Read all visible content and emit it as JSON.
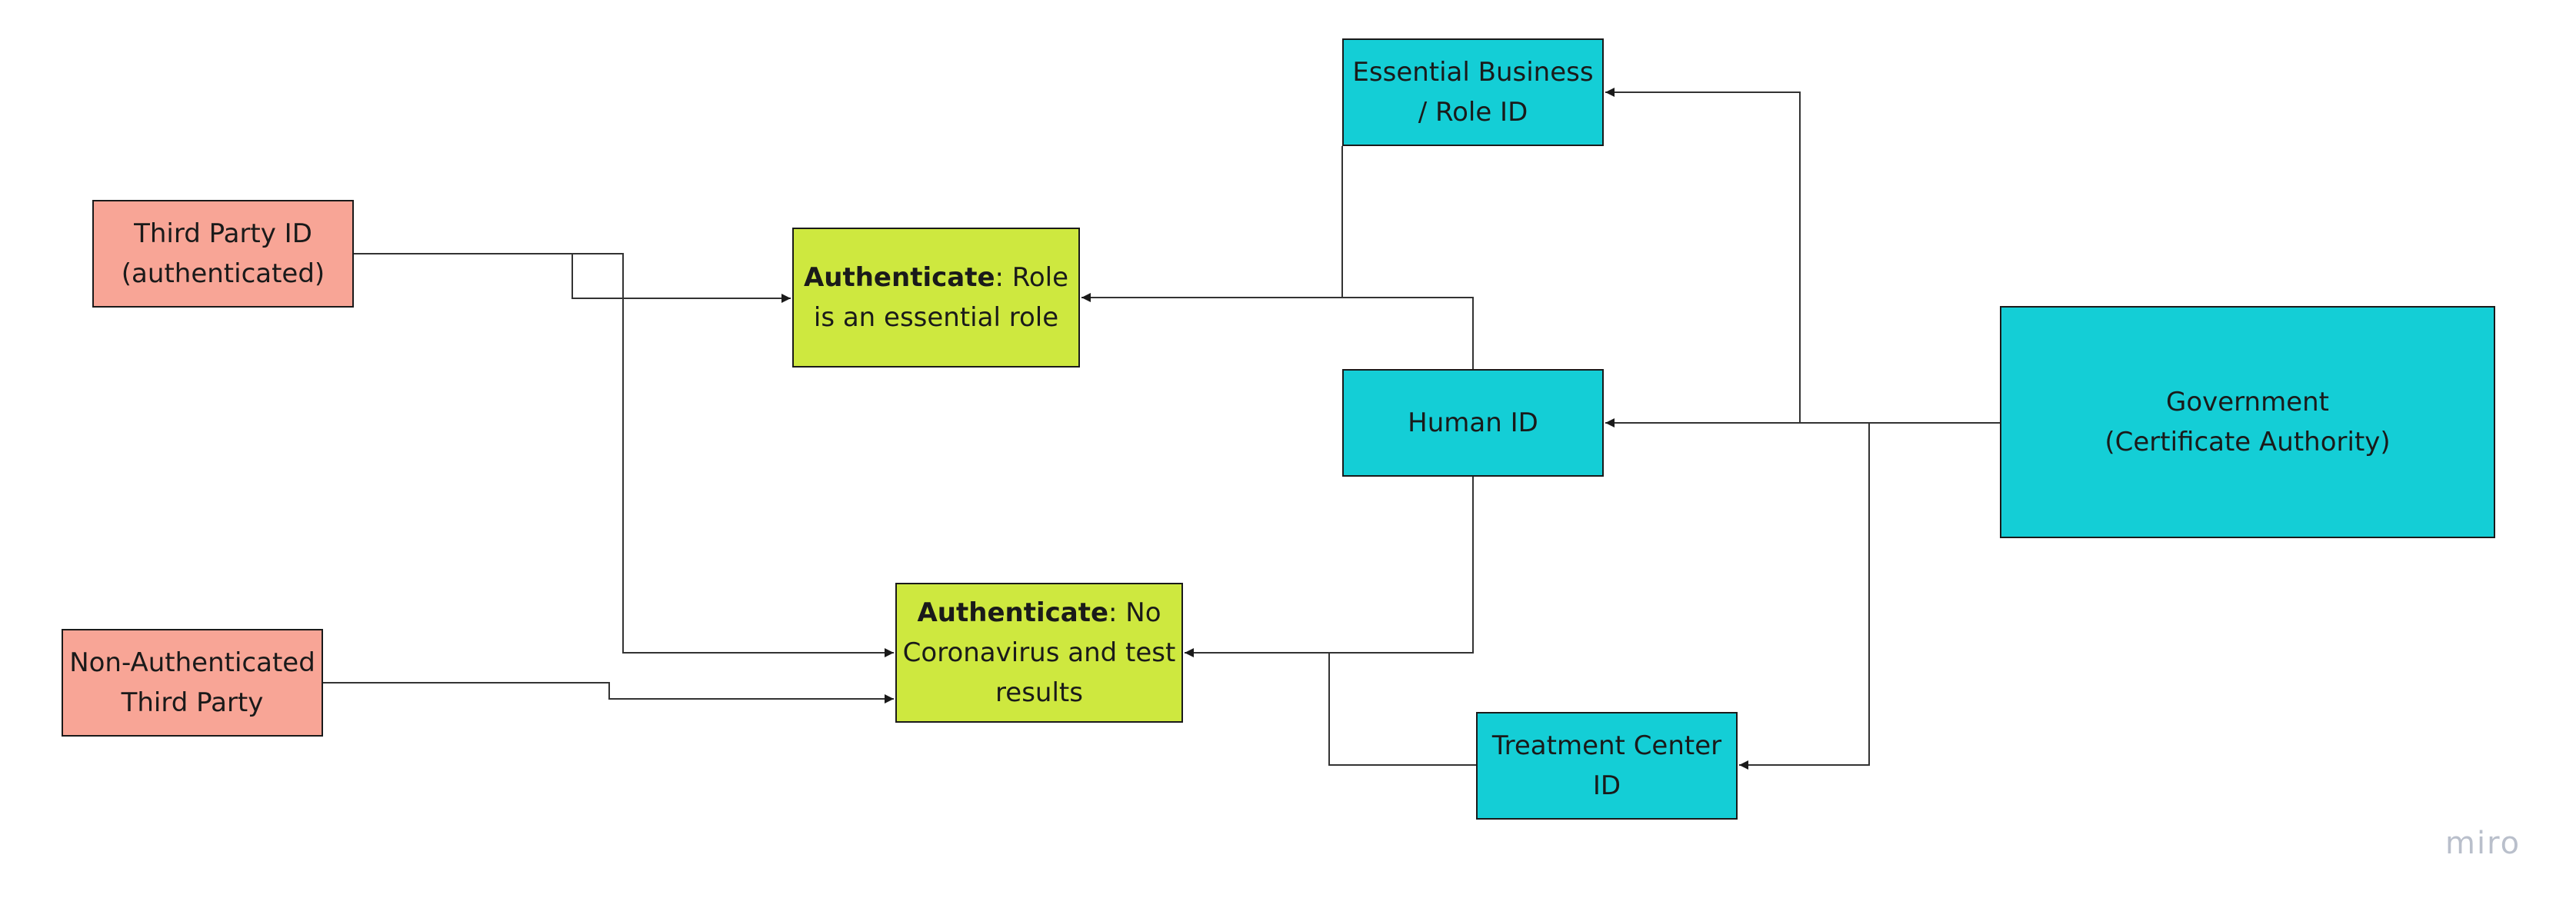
{
  "colors": {
    "external_party": "#f8a596",
    "authenticate_step": "#cee83f",
    "identity": "#14ced6",
    "line": "#333333",
    "brand_mark": "#b9bfcb"
  },
  "nodes": {
    "third_party_id": {
      "line1": "Third Party ID",
      "line2": "(authenticated)"
    },
    "non_authenticated_third_party": {
      "line1": "Non-Authenticated",
      "line2": "Third Party"
    },
    "authenticate_role": {
      "bold": "Authenticate",
      "line1_rest": ": Role",
      "line2": "is an essential role"
    },
    "authenticate_covid": {
      "bold": "Authenticate",
      "line1_rest": ": No",
      "line2": "Coronavirus and test",
      "line3": "results"
    },
    "essential_business_role_id": {
      "line1": "Essential Business",
      "line2": "/ Role ID"
    },
    "human_id": {
      "line1": "Human ID"
    },
    "treatment_center_id": {
      "line1": "Treatment Center",
      "line2": "ID"
    },
    "government": {
      "line1": "Government",
      "line2": "(Certificate Authority)"
    }
  },
  "brand_mark": "miro"
}
